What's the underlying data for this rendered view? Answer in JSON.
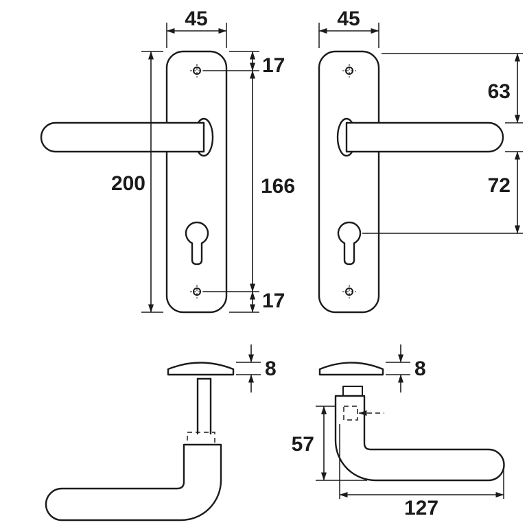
{
  "diagram": {
    "colors": {
      "line": "#1b1b1b",
      "background": "#ffffff"
    },
    "dims": {
      "plate_width_left": "45",
      "plate_width_right": "45",
      "plate_height": "200",
      "screw_offset_top": "17",
      "screw_distance": "166",
      "screw_offset_bottom": "17",
      "handle_top_distance": "63",
      "handle_cylinder_distance": "72",
      "plate_thickness_left": "8",
      "plate_thickness_right": "8",
      "handle_height": "57",
      "handle_length": "127"
    }
  }
}
